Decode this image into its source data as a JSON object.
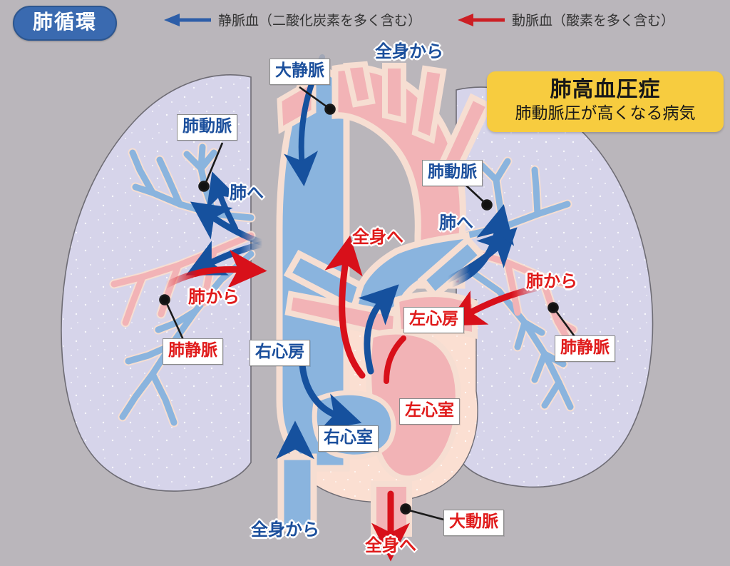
{
  "title": {
    "text": "肺循環"
  },
  "legend": {
    "venous": {
      "label": "静脈血（二酸化炭素を多く含む）",
      "arrow_color": "#2d5ea8",
      "icon": "left-arrow-icon"
    },
    "arterial": {
      "label": "動脈血（酸素を多く含む）",
      "arrow_color": "#cc1f24",
      "icon": "left-arrow-icon"
    }
  },
  "callout": {
    "title": "肺高血圧症",
    "subtitle": "肺動脈圧が高くなる病気",
    "bg_color": "#f7cc3f"
  },
  "labels": {
    "vena_cava": "大静脈",
    "pulmonary_artery_left": "肺動脈",
    "pulmonary_artery_right": "肺動脈",
    "pulmonary_vein_left": "肺静脈",
    "pulmonary_vein_right": "肺静脈",
    "right_atrium": "右心房",
    "right_ventricle": "右心室",
    "left_atrium": "左心房",
    "left_ventricle": "左心室",
    "aorta": "大動脈"
  },
  "flow_labels": {
    "from_body_top": "全身から",
    "from_body_bottom": "全身から",
    "to_lungs_left": "肺へ",
    "to_lungs_right": "肺へ",
    "from_lungs_left": "肺から",
    "from_lungs_right": "肺から",
    "to_body_center": "全身へ",
    "to_body_bottom": "全身へ"
  },
  "colors": {
    "background": "#bab6bb",
    "lung_fill": "#d6d4ea",
    "vessel_outline": "#f6ded2",
    "venous_blue": "#8ab4de",
    "arterial_pink": "#f2b3b6",
    "heart_wall": "#fbdfd2",
    "arrow_blue": "#16519e",
    "arrow_red": "#d8101a",
    "label_blue": "#1b4f9c",
    "label_red": "#e01b1b"
  }
}
